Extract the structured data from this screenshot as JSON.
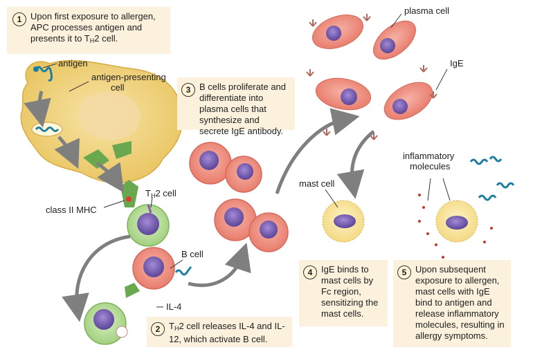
{
  "steps": [
    {
      "number": "1",
      "text_a": "Upon first exposure to allergen, APC processes antigen and presents it to T",
      "sub": "H",
      "text_b": "2 cell."
    },
    {
      "number": "2",
      "text_a": "T",
      "sub": "H",
      "text_b": "2 cell releases IL-4 and IL-12, which activate B cell."
    },
    {
      "number": "3",
      "text": "B cells proliferate and differentiate into plasma cells that synthesize and secrete IgE antibody."
    },
    {
      "number": "4",
      "text": "IgE binds to mast cells by Fc region, sensitizing the mast cells."
    },
    {
      "number": "5",
      "text": "Upon subsequent exposure to allergen, mast cells with IgE bind to antigen and release inflammatory molecules, resulting in allergy symptoms."
    }
  ],
  "labels": {
    "antigen": "antigen",
    "apc_line1": "antigen-presenting",
    "apc_line2": "cell",
    "th2_a": "T",
    "th2_sub": "H",
    "th2_b": "2 cell",
    "mhc": "class II MHC",
    "bcell": "B cell",
    "il4": "IL-4",
    "plasma": "plasma cell",
    "ige": "IgE",
    "mast": "mast cell",
    "inflam_line1": "inflammatory",
    "inflam_line2": "molecules"
  },
  "colors": {
    "box_fill": "#fbf1dd",
    "apc_fill": "#f3d98a",
    "bcell_fill": "#f0968a",
    "th2_fill": "#b7dc98",
    "nucleus": "#7a62b8",
    "arrow": "#7f7f7f",
    "antibody": "#b06a5c",
    "antigen": "#1f7ea0"
  }
}
